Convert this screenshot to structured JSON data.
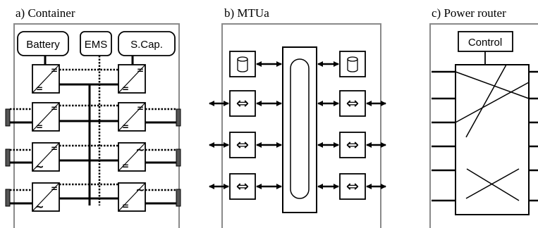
{
  "panels": {
    "a": {
      "title": "a)  Container",
      "boxes": {
        "battery": "Battery",
        "ems": "EMS",
        "supercap": "S.Cap."
      },
      "converter_symbols": {
        "dc": "=",
        "ac": "~"
      }
    },
    "b": {
      "title": "b)  MTUa",
      "symbols": {
        "link": "⇔"
      }
    },
    "c": {
      "title": "c)  Power router",
      "boxes": {
        "control": "Control"
      }
    }
  }
}
